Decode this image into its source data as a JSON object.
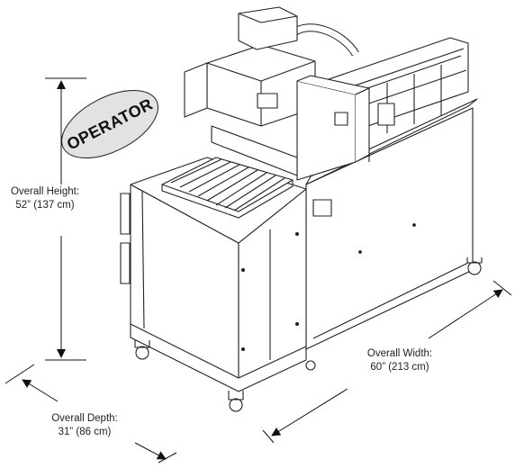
{
  "operator_badge": {
    "text": "OPERATOR"
  },
  "dimensions": {
    "height": {
      "label": "Overall Height:",
      "value": "52” (137 cm)"
    },
    "width": {
      "label": "Overall Width:",
      "value": "60” (213 cm)"
    },
    "depth": {
      "label": "Overall Depth:",
      "value": "31” (86 cm)"
    }
  }
}
